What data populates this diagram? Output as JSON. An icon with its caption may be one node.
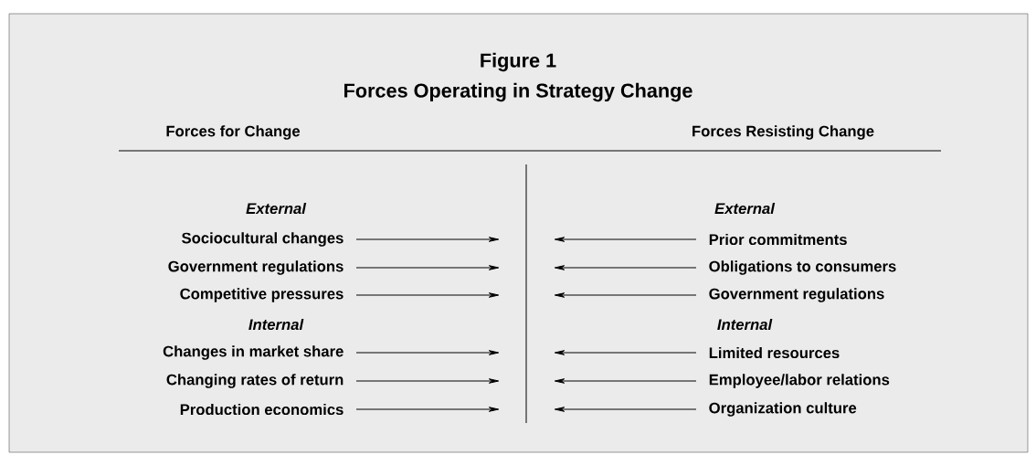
{
  "diagram": {
    "title": "Figure 1",
    "nodes": [
      {
        "text": [
          "Sociocultural changes"
        ]
      },
      {
        "text": [
          "Government regulations"
        ]
      },
      {
        "text": [
          "Competitive pressures"
        ]
      },
      {
        "text": [
          "Changes in market share"
        ]
      },
      {
        "text": [
          "Changing rates of return"
        ]
      },
      {
        "text": [
          "Production economics"
        ]
      },
      {
        "text": [
          "Prior commitments"
        ]
      },
      {
        "text": [
          "Obligations to consumers"
        ]
      },
      {
        "text": [
          "Government regulations"
        ]
      },
      {
        "text": [
          "Limited resources"
        ]
      },
      {
        "text": [
          "Employee/labor relations"
        ]
      },
      {
        "text": [
          "Organization culture"
        ]
      }
    ],
    "edges": [
      {
        "from": 0,
        "to": null,
        "arrow": "to"
      },
      {
        "from": 1,
        "to": null,
        "arrow": "to"
      },
      {
        "from": 2,
        "to": null,
        "arrow": "to"
      },
      {
        "from": 3,
        "to": null,
        "arrow": "to"
      },
      {
        "from": 4,
        "to": null,
        "arrow": "to"
      },
      {
        "from": 5,
        "to": null,
        "arrow": "to"
      },
      {
        "from": 6,
        "to": null,
        "arrow": "to"
      },
      {
        "from": 7,
        "to": null,
        "arrow": "to"
      },
      {
        "from": 8,
        "to": null,
        "arrow": "to"
      },
      {
        "from": 9,
        "to": null,
        "arrow": "to"
      },
      {
        "from": 10,
        "to": null,
        "arrow": "to"
      },
      {
        "from": 11,
        "to": null,
        "arrow": "to"
      }
    ],
    "labels": [
      "Forces Operating in Strategy Change",
      "Forces for Change",
      "Forces Resisting Change",
      "External",
      "External",
      "Internal",
      "Internal"
    ]
  }
}
